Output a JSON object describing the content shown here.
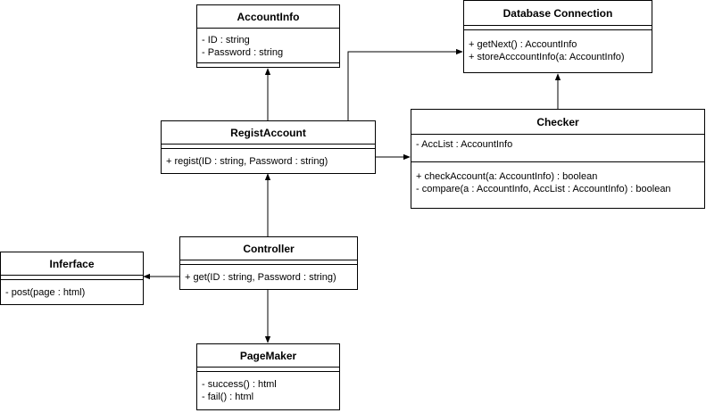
{
  "classes": {
    "account_info": {
      "name": "AccountInfo",
      "attributes": [
        "- ID : string",
        "- Password : string"
      ],
      "operations": []
    },
    "database_connection": {
      "name": "Database Connection",
      "attributes": [],
      "operations": [
        "+ getNext() : AccountInfo",
        "+ storeAcccountInfo(a: AccountInfo)"
      ]
    },
    "regist_account": {
      "name": "RegistAccount",
      "attributes": [],
      "operations": [
        "+ regist(ID : string, Password : string)"
      ]
    },
    "checker": {
      "name": "Checker",
      "attributes": [
        "- AccList : AccountInfo"
      ],
      "operations": [
        "+ checkAccount(a: AccountInfo) : boolean",
        "- compare(a : AccountInfo, AccList : AccountInfo) : boolean"
      ]
    },
    "controller": {
      "name": "Controller",
      "attributes": [],
      "operations": [
        "+ get(ID : string, Password : string)"
      ]
    },
    "interface": {
      "name": "Inferface",
      "attributes": [],
      "operations": [
        "- post(page : html)"
      ]
    },
    "page_maker": {
      "name": "PageMaker",
      "attributes": [],
      "operations": [
        "- success() : html",
        "- fail() : html"
      ]
    }
  },
  "colors": {
    "line": "#000000",
    "background": "#ffffff"
  }
}
